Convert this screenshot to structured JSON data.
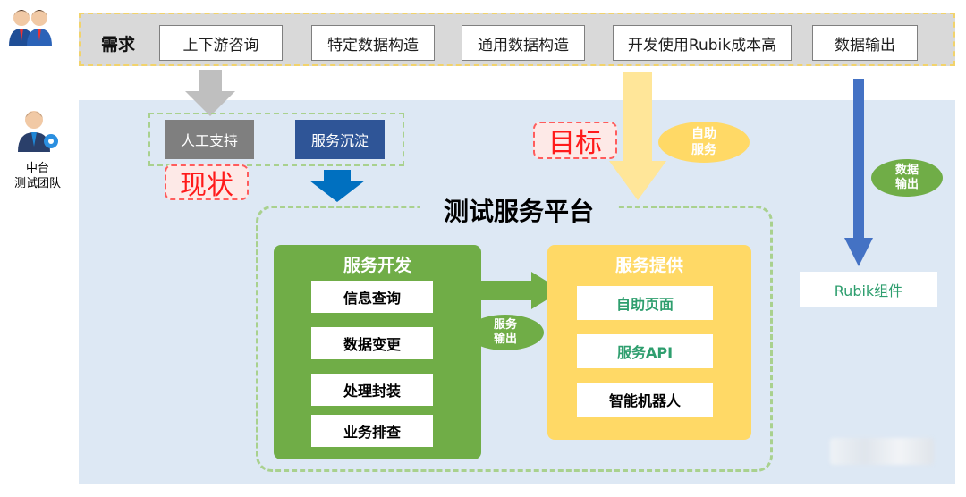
{
  "requirements": {
    "label": "需求",
    "items": [
      "上下游咨询",
      "特定数据构造",
      "通用数据构造",
      "开发使用Rubik成本高",
      "数据输出"
    ]
  },
  "team_label_line1": "中台",
  "team_label_line2": "测试团队",
  "current_state": {
    "label": "现状",
    "manual_support": "人工支持",
    "service_settle": "服务沉淀"
  },
  "goal": {
    "label": "目标",
    "self_service_line1": "自助",
    "self_service_line2": "服务"
  },
  "data_output_bubble": {
    "line1": "数据",
    "line2": "输出"
  },
  "platform": {
    "title": "测试服务平台",
    "dev": {
      "title": "服务开发",
      "items": [
        "信息查询",
        "数据变更",
        "处理封装",
        "业务排查"
      ]
    },
    "output_bubble": {
      "line1": "服务",
      "line2": "输出"
    },
    "provide": {
      "title": "服务提供",
      "items": [
        "自助页面",
        "服务API",
        "智能机器人"
      ],
      "colors": [
        "#2e9e6e",
        "#2e9e6e",
        "#000000"
      ]
    }
  },
  "rubik_component": "Rubik组件",
  "colors": {
    "green": "#70ad47",
    "yellow": "#ffd966",
    "navy": "#2f5597",
    "gray": "#7f7f7f",
    "blue_arrow": "#4472c4",
    "red": "#ff1a1a",
    "light_blue_bg": "#dde8f4"
  },
  "icons": [
    "users-icon",
    "business-person-icon"
  ]
}
